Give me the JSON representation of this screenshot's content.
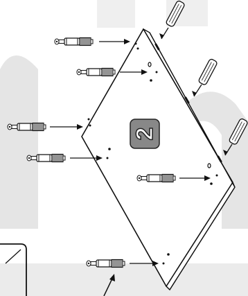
{
  "step": {
    "number": "2",
    "badge_color": "#888888"
  },
  "hardware": {
    "dowel_pins_diagonal": 3,
    "cam_bolts_horizontal": 6
  },
  "palette": {
    "watermark": "#e5e5e5",
    "panel_fill": "#ffffff",
    "line": "#111111",
    "watermark_band": "#ebebeb"
  }
}
